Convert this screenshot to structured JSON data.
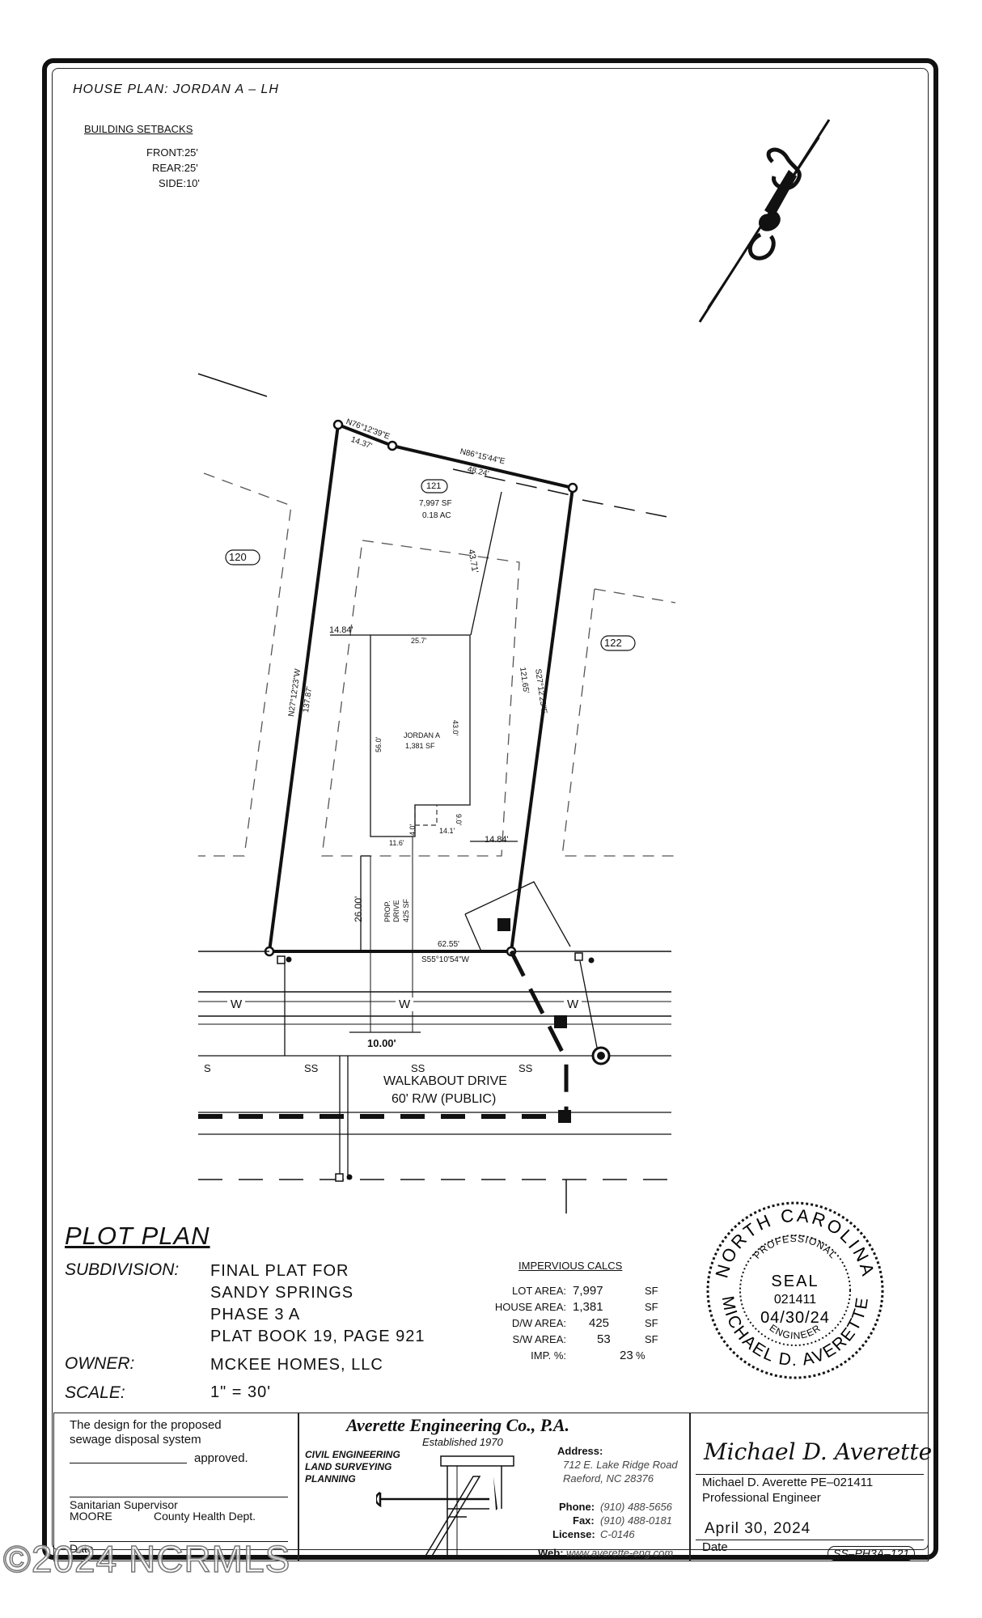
{
  "header": {
    "house_plan": "HOUSE PLAN:  JORDAN A  –  LH"
  },
  "setbacks": {
    "title": "BUILDING SETBACKS",
    "front": "FRONT:25'",
    "rear": "REAR:25'",
    "side": "SIDE:10'"
  },
  "plan": {
    "lot_tag": "121",
    "lot_area_sf": "7,997 SF",
    "lot_area_ac": "0.18 AC",
    "left_lot": "120",
    "right_lot": "122",
    "bearing_top_left": "N76°12'39\"E",
    "dist_top_left": "14.37'",
    "bearing_top_right": "N86°15'44\"E",
    "dist_top_right": "48.24'",
    "bearing_left": "N27°12'23\"W",
    "dist_left": "137.87'",
    "bearing_right": "S27°12'23\"E",
    "dist_right": "121.65'",
    "rear_setback_dim": "43.71'",
    "left_side_dim": "14.84'",
    "right_side_dim": "14.84'",
    "house_width": "25.7'",
    "house_depth_left": "56.0'",
    "house_depth_right": "43.0'",
    "house_name": "JORDAN A",
    "house_area": "1,381 SF",
    "dim_9": "9.0'",
    "dim_14_1": "14.1'",
    "dim_11_6": "11.6'",
    "dim_4": "4.0'",
    "front_setback_dim": "26.00'",
    "drive_label_1": "PROP.",
    "drive_label_2": "DRIVE",
    "drive_label_3": "425 SF",
    "front_dist": "62.55'",
    "front_bearing": "S55°10'54\"W",
    "drive_width": "10.00'",
    "water_w": "W",
    "sewer_ss": "SS",
    "sewer_s": "S",
    "street_name": "WALKABOUT DRIVE",
    "street_row": "60' R/W (PUBLIC)"
  },
  "plot_plan": {
    "title": "PLOT PLAN",
    "subdivision_label": "SUBDIVISION:",
    "subdivision_lines": [
      "FINAL PLAT FOR",
      "SANDY SPRINGS",
      "PHASE 3 A",
      "PLAT BOOK 19, PAGE 921"
    ],
    "owner_label": "OWNER:",
    "owner": "MCKEE HOMES, LLC",
    "scale_label": "SCALE:",
    "scale": "1\"  =   30'"
  },
  "impervious": {
    "title": "IMPERVIOUS CALCS",
    "rows": [
      {
        "label": "LOT AREA:",
        "value": "7,997",
        "unit": "SF"
      },
      {
        "label": "HOUSE AREA:",
        "value": "1,381",
        "unit": "SF"
      },
      {
        "label": "D/W AREA:",
        "value": "425",
        "unit": "SF"
      },
      {
        "label": "S/W AREA:",
        "value": "53",
        "unit": "SF"
      },
      {
        "label": "IMP. %:",
        "value": "23",
        "unit": "%"
      }
    ]
  },
  "seal": {
    "top_arc": "NORTH CAROLINA",
    "professional": "PROFESSIONAL",
    "seal_word": "SEAL",
    "number": "021411",
    "date": "04/30/24",
    "engineer": "ENGINEER",
    "bottom_arc": "MICHAEL D. AVERETTE"
  },
  "title_block": {
    "sewage_line1": "The design for the proposed",
    "sewage_line2": "sewage disposal system",
    "approved": "approved.",
    "sanitarian": "Sanitarian Supervisor",
    "county": "MOORE",
    "health_dept": "County Health Dept.",
    "date_label": "Date",
    "company": "Averette Engineering Co., P.A.",
    "established": "Established 1970",
    "services": [
      "CIVIL ENGINEERING",
      "LAND SURVEYING",
      "PLANNING"
    ],
    "address_label": "Address:",
    "address1": "712 E. Lake Ridge Road",
    "address2": "Raeford, NC 28376",
    "phone_label": "Phone:",
    "phone": "(910) 488-5656",
    "fax_label": "Fax:",
    "fax": "(910) 488-0181",
    "license_label": "License:",
    "license": "C-0146",
    "web_label": "Web:",
    "web": "www.averette-eng.com",
    "signature": "Michael D. Averette",
    "engineer_name": "Michael D. Averette   PE–021411",
    "engineer_title": "Professional Engineer",
    "sign_date": "April 30, 2024",
    "date_label2": "Date",
    "drawing_no": "SS–PH3A–121"
  },
  "watermark": "©2024 NCRMLS"
}
